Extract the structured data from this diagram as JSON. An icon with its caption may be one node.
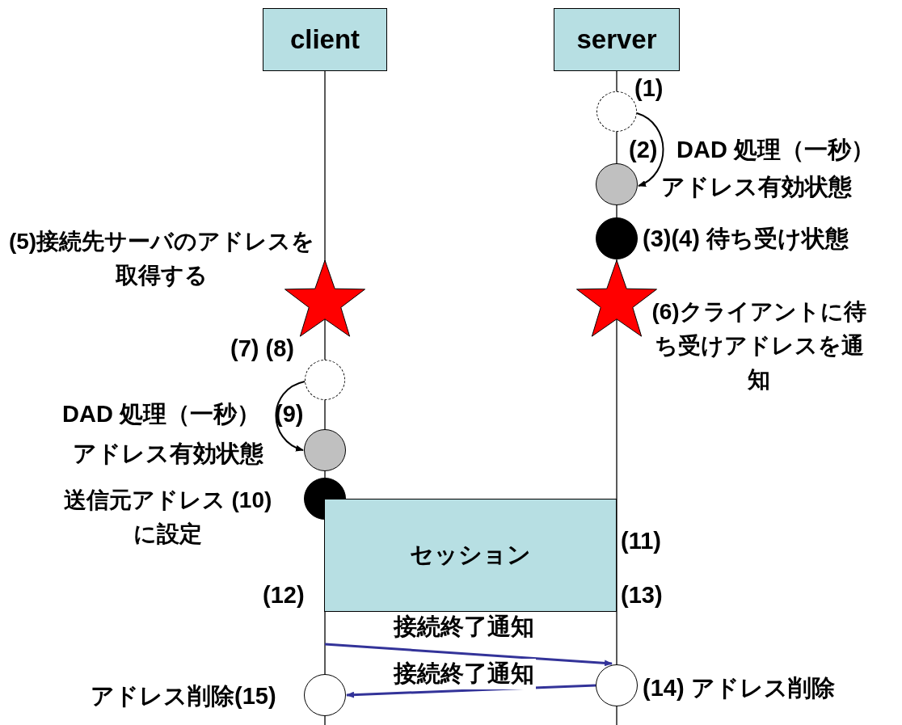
{
  "diagram": {
    "nodes": [
      {
        "text": [
          "client"
        ]
      },
      {
        "text": [
          "server"
        ]
      },
      {
        "text": [],
        "shape": "circle",
        "beside": [
          "(1)"
        ]
      },
      {
        "text": [],
        "shape": "circle",
        "beside": [
          "アドレス有効状態"
        ]
      },
      {
        "text": [],
        "shape": "circle",
        "beside": [
          "(3)(4) 待ち受け状態"
        ]
      },
      {
        "text": [],
        "shape": "star",
        "beside": [
          "(5)接続先サーバのアドレスを取得する"
        ]
      },
      {
        "text": [],
        "shape": "star",
        "beside": [
          "(6)クライアントに待ち受けアドレスを通知"
        ]
      },
      {
        "text": [],
        "shape": "circle",
        "beside": [
          "(7) (8)"
        ]
      },
      {
        "text": [],
        "shape": "circle",
        "beside": [
          "アドレス有効状態"
        ]
      },
      {
        "text": [],
        "shape": "circle",
        "beside": [
          "送信元アドレス (10)に設定"
        ]
      },
      {
        "text": [
          "セッション"
        ],
        "beside": [
          "(11)",
          "(12)",
          "(13)"
        ]
      },
      {
        "text": [],
        "shape": "circle",
        "beside": [
          "(14) アドレス削除"
        ]
      },
      {
        "text": [],
        "shape": "circle",
        "beside": [
          "アドレス削除(15)"
        ]
      }
    ],
    "edges": [
      {
        "from": 2,
        "to": 3,
        "arrow": "to",
        "label": "DAD 処理（一秒）"
      },
      {
        "from": 7,
        "to": 8,
        "arrow": "to",
        "label": "DAD 処理（一秒）"
      },
      {
        "from": null,
        "to": 11,
        "arrow": "to",
        "label": "接続終了通知",
        "color": "#333399"
      },
      {
        "from": 11,
        "to": 12,
        "arrow": "to",
        "label": "接続終了通知",
        "color": "#333399"
      }
    ],
    "labels": [
      "(2)",
      "(9)"
    ]
  }
}
